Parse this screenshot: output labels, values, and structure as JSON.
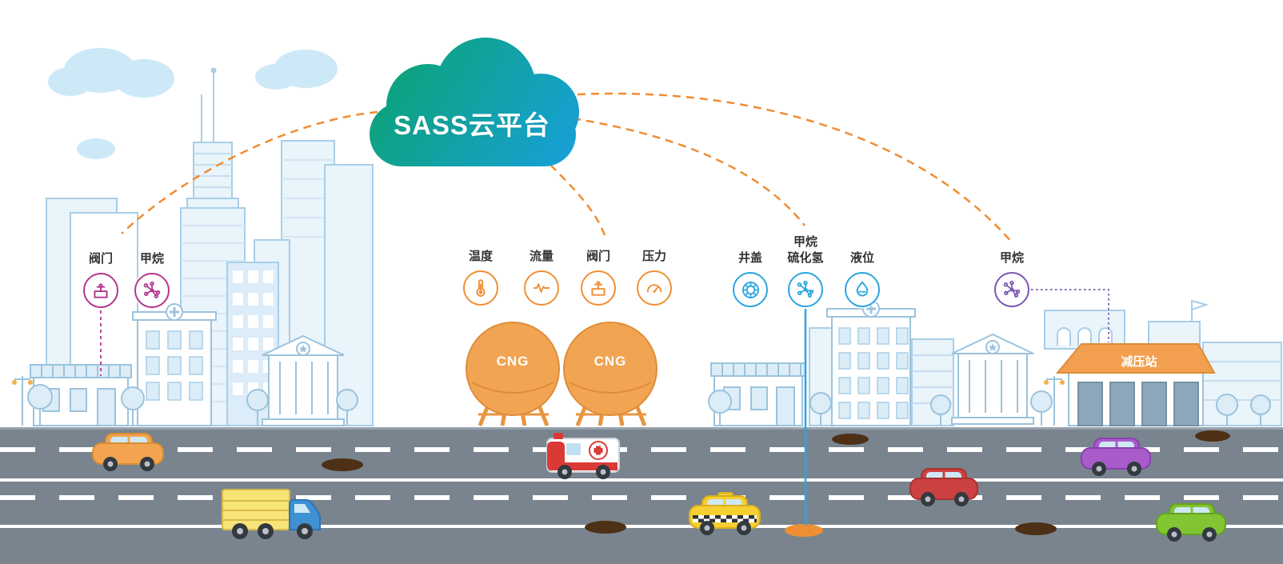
{
  "cloud": {
    "title": "SASS云平台",
    "color_from": "#0ca371",
    "color_to": "#17a0da"
  },
  "sensor_groups": [
    {
      "id": "city-pipeline-sensors",
      "color": "#b5358d",
      "sensors": [
        {
          "label": "阀门",
          "icon": "valve-icon"
        },
        {
          "label": "甲烷",
          "icon": "methane-icon"
        }
      ]
    },
    {
      "id": "cng-tank-sensors",
      "color": "#ef8f35",
      "sensors": [
        {
          "label": "温度",
          "icon": "temperature-icon"
        },
        {
          "label": "流量",
          "icon": "flow-icon"
        },
        {
          "label": "阀门",
          "icon": "valve-icon"
        },
        {
          "label": "压力",
          "icon": "pressure-icon"
        }
      ]
    },
    {
      "id": "underground-sensors",
      "color": "#2aa5df",
      "sensors": [
        {
          "label": "井盖",
          "icon": "manhole-icon"
        },
        {
          "label": "甲烷\n硫化氢",
          "icon": "methane-icon"
        },
        {
          "label": "液位",
          "icon": "level-icon"
        }
      ]
    },
    {
      "id": "station-sensors",
      "color": "#7b57b2",
      "sensors": [
        {
          "label": "甲烷",
          "icon": "methane-icon"
        }
      ]
    }
  ],
  "tanks": {
    "tank1_label": "CNG",
    "tank2_label": "CNG",
    "color": "#f1a452"
  },
  "station": {
    "label": "减压站",
    "roof_color": "#f2a04f"
  },
  "colors": {
    "connector": "#f08c33",
    "road": "#79848f",
    "skyline": "#e9f4fb",
    "skyline_stroke": "#a9cee7"
  }
}
